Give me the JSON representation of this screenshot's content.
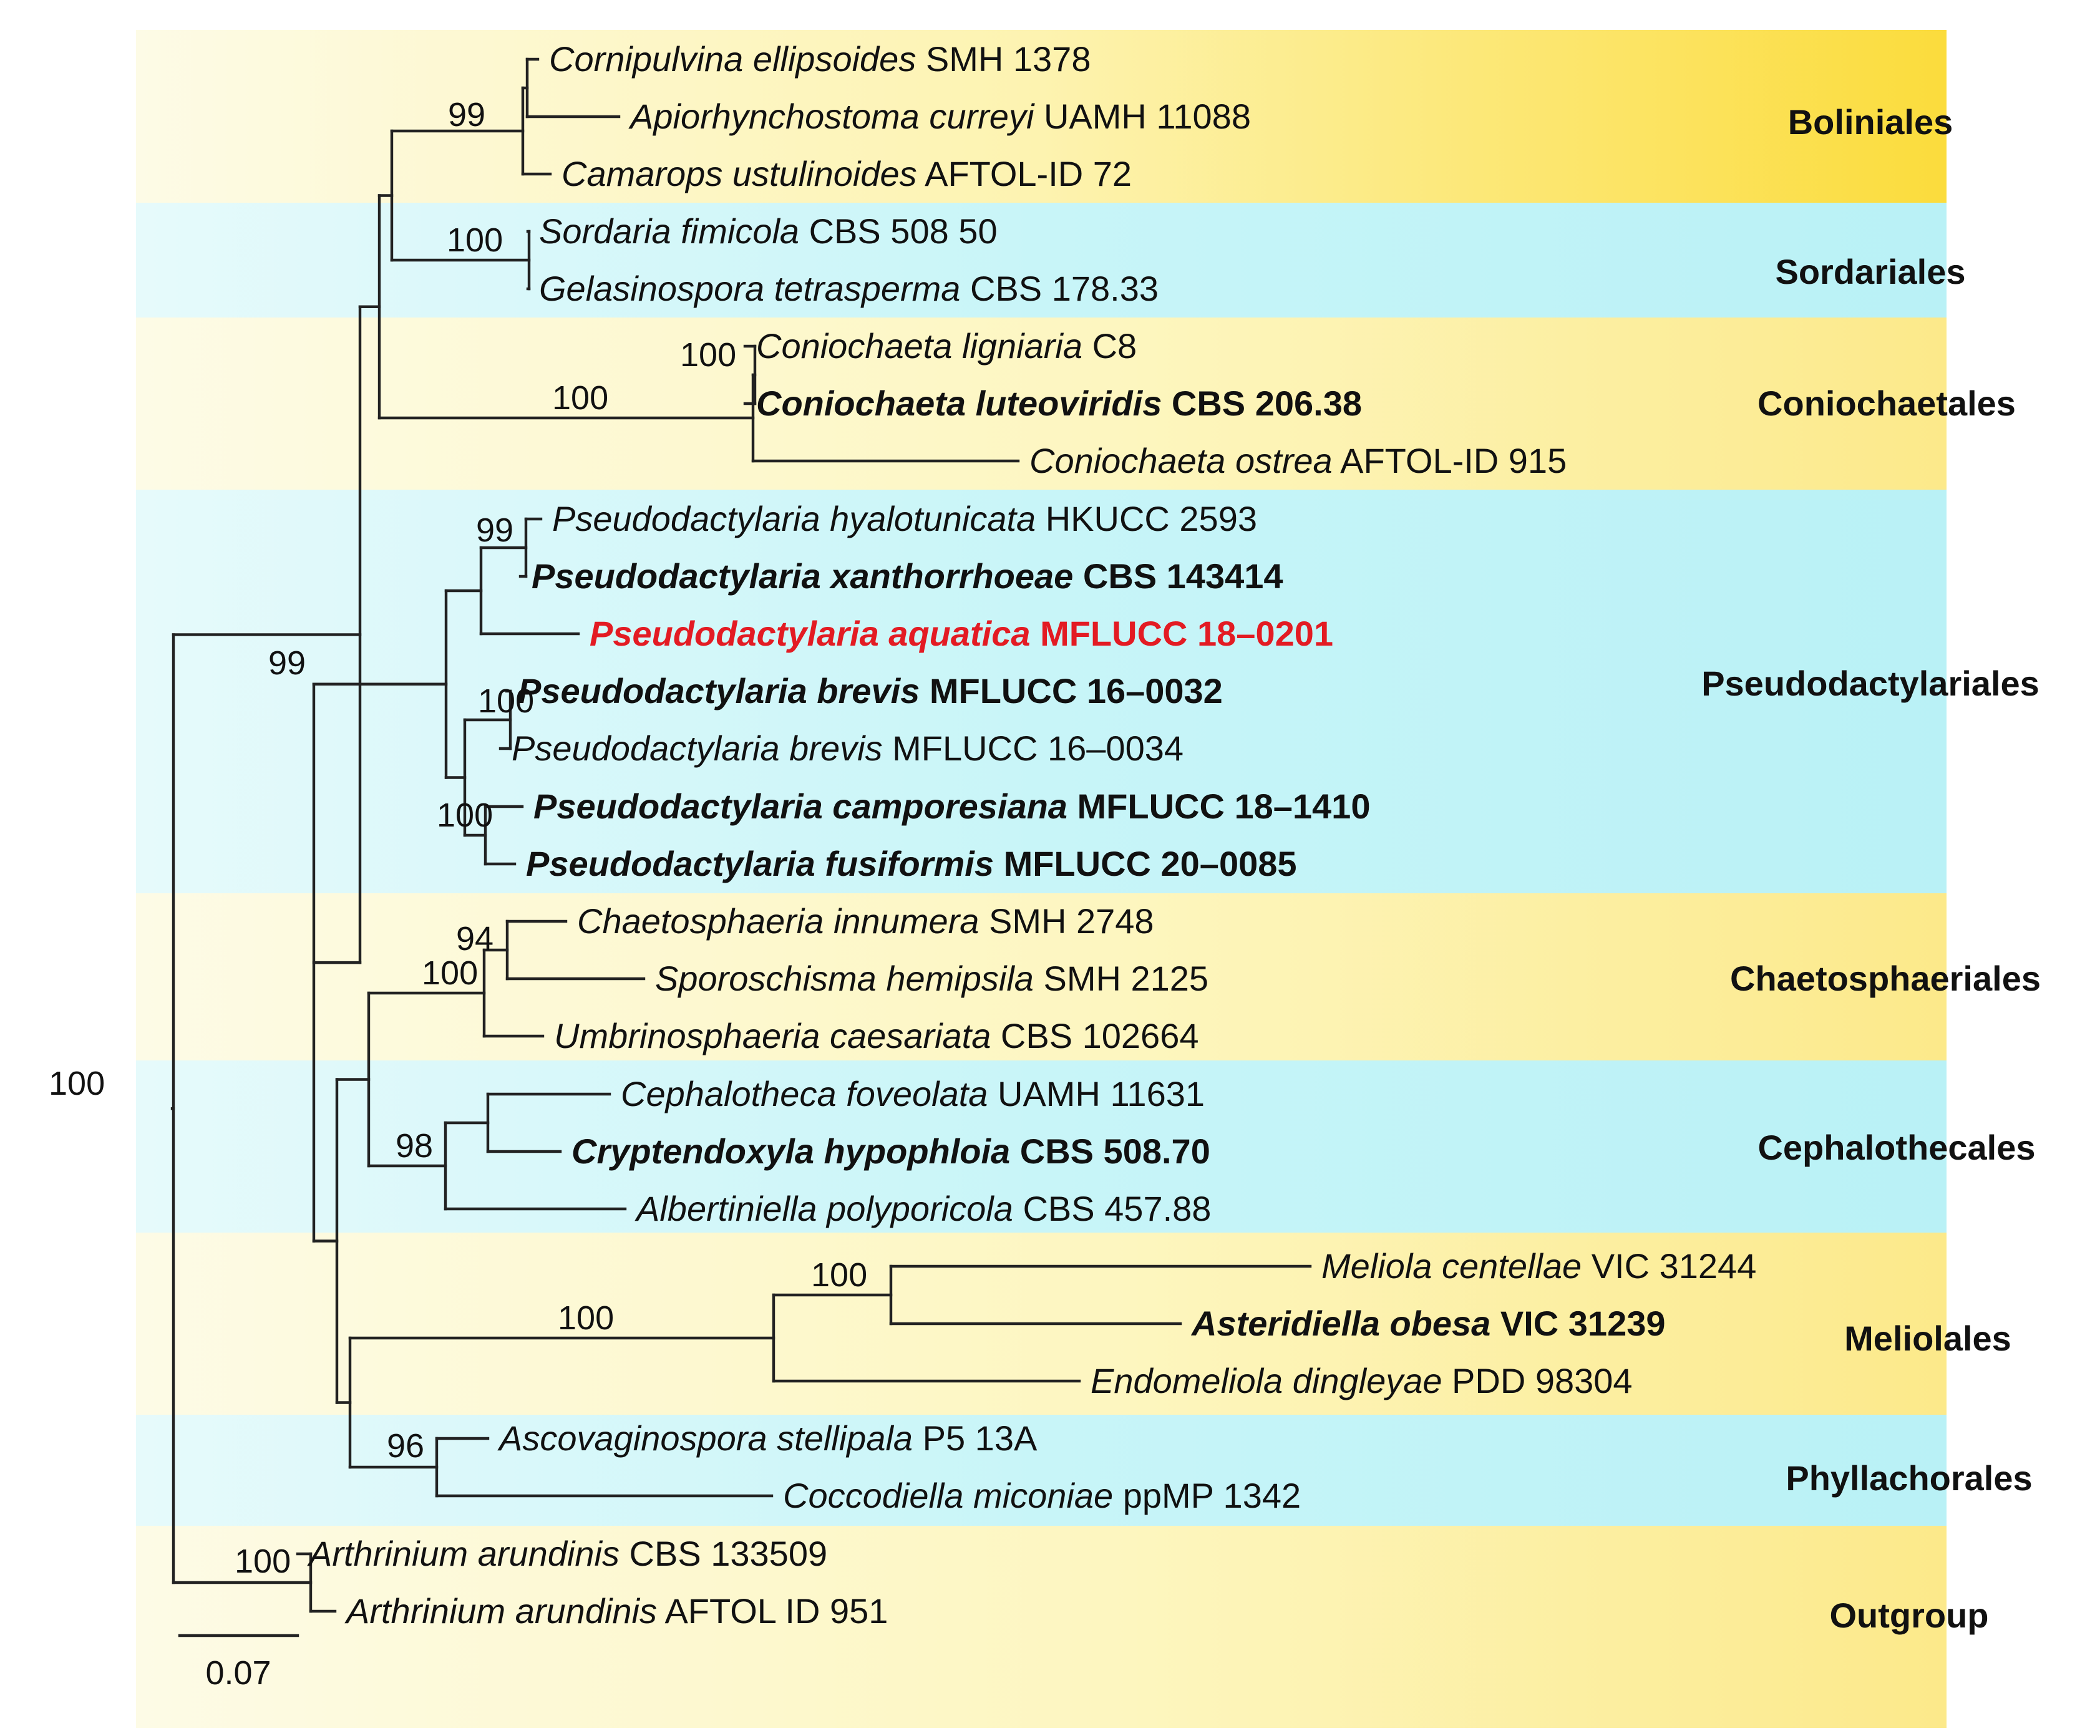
{
  "colors": {
    "band_yellow": "#fdf8c6",
    "band_yellow_deep": "#fbe24f",
    "band_cyan": "#c7f6f8",
    "highlight": "#e31b23",
    "line": "#222222"
  },
  "clades": [
    {
      "name": "Boliniales",
      "color": "yellow"
    },
    {
      "name": "Sordariales",
      "color": "cyan"
    },
    {
      "name": "Coniochaetales",
      "color": "yellow"
    },
    {
      "name": "Pseudodactylariales",
      "color": "cyan"
    },
    {
      "name": "Chaetosphaeriales",
      "color": "yellow"
    },
    {
      "name": "Cephalothecales",
      "color": "cyan"
    },
    {
      "name": "Meliolales",
      "color": "yellow"
    },
    {
      "name": "Phyllachorales",
      "color": "cyan"
    },
    {
      "name": "Outgroup",
      "color": "yellow"
    }
  ],
  "taxa": [
    {
      "species": "Cornipulvina ellipsoides",
      "strain": "SMH 1378",
      "bold": false,
      "highlight": false
    },
    {
      "species": "Apiorhynchostoma curreyi",
      "strain": "UAMH 11088",
      "bold": false,
      "highlight": false
    },
    {
      "species": "Camarops ustulinoides",
      "strain": "AFTOL-ID 72",
      "bold": false,
      "highlight": false
    },
    {
      "species": "Sordaria fimicola",
      "strain": "CBS 508 50",
      "bold": false,
      "highlight": false
    },
    {
      "species": "Gelasinospora tetrasperma",
      "strain": "CBS 178.33",
      "bold": false,
      "highlight": false
    },
    {
      "species": "Coniochaeta ligniaria",
      "strain": "C8",
      "bold": false,
      "highlight": false
    },
    {
      "species": "Coniochaeta luteoviridis",
      "strain": "CBS 206.38",
      "bold": true,
      "highlight": false
    },
    {
      "species": "Coniochaeta ostrea",
      "strain": "AFTOL-ID 915",
      "bold": false,
      "highlight": false
    },
    {
      "species": "Pseudodactylaria hyalotunicata",
      "strain": "HKUCC 2593",
      "bold": false,
      "highlight": false
    },
    {
      "species": "Pseudodactylaria xanthorrhoeae",
      "strain": "CBS 143414",
      "bold": true,
      "highlight": false
    },
    {
      "species": "Pseudodactylaria aquatica",
      "strain": "MFLUCC 18–0201",
      "bold": true,
      "highlight": true
    },
    {
      "species": "Pseudodactylaria brevis",
      "strain": "MFLUCC 16–0032",
      "bold": true,
      "highlight": false
    },
    {
      "species": "Pseudodactylaria brevis",
      "strain": "MFLUCC 16–0034",
      "bold": false,
      "highlight": false
    },
    {
      "species": "Pseudodactylaria camporesiana",
      "strain": "MFLUCC 18–1410",
      "bold": true,
      "highlight": false
    },
    {
      "species": "Pseudodactylaria fusiformis",
      "strain": "MFLUCC 20–0085",
      "bold": true,
      "highlight": false
    },
    {
      "species": "Chaetosphaeria innumera",
      "strain": "SMH 2748",
      "bold": false,
      "highlight": false
    },
    {
      "species": "Sporoschisma hemipsila",
      "strain": "SMH 2125",
      "bold": false,
      "highlight": false
    },
    {
      "species": "Umbrinosphaeria caesariata",
      "strain": "CBS 102664",
      "bold": false,
      "highlight": false
    },
    {
      "species": "Cephalotheca foveolata",
      "strain": "UAMH 11631",
      "bold": false,
      "highlight": false
    },
    {
      "species": "Cryptendoxyla hypophloia",
      "strain": "CBS 508.70",
      "bold": true,
      "highlight": false
    },
    {
      "species": "Albertiniella polyporicola",
      "strain": "CBS 457.88",
      "bold": false,
      "highlight": false
    },
    {
      "species": "Meliola centellae",
      "strain": "VIC 31244",
      "bold": false,
      "highlight": false
    },
    {
      "species": "Asteridiella obesa",
      "strain": "VIC 31239",
      "bold": true,
      "highlight": false
    },
    {
      "species": "Endomeliola dingleyae",
      "strain": "PDD 98304",
      "bold": false,
      "highlight": false
    },
    {
      "species": "Ascovaginospora stellipala",
      "strain": "P5 13A",
      "bold": false,
      "highlight": false
    },
    {
      "species": "Coccodiella miconiae",
      "strain": "ppMP 1342",
      "bold": false,
      "highlight": false
    },
    {
      "species": "Arthrinium arundinis",
      "strain": "CBS 133509",
      "bold": false,
      "highlight": false
    },
    {
      "species": "Arthrinium arundinis",
      "strain": "AFTOL ID 951",
      "bold": false,
      "highlight": false
    }
  ],
  "support_values": [
    "99",
    "100",
    "100",
    "100",
    "99",
    "100",
    "100",
    "99",
    "94",
    "100",
    "98",
    "100",
    "100",
    "96",
    "100",
    "100"
  ],
  "scale_bar": {
    "label": "0.07"
  }
}
